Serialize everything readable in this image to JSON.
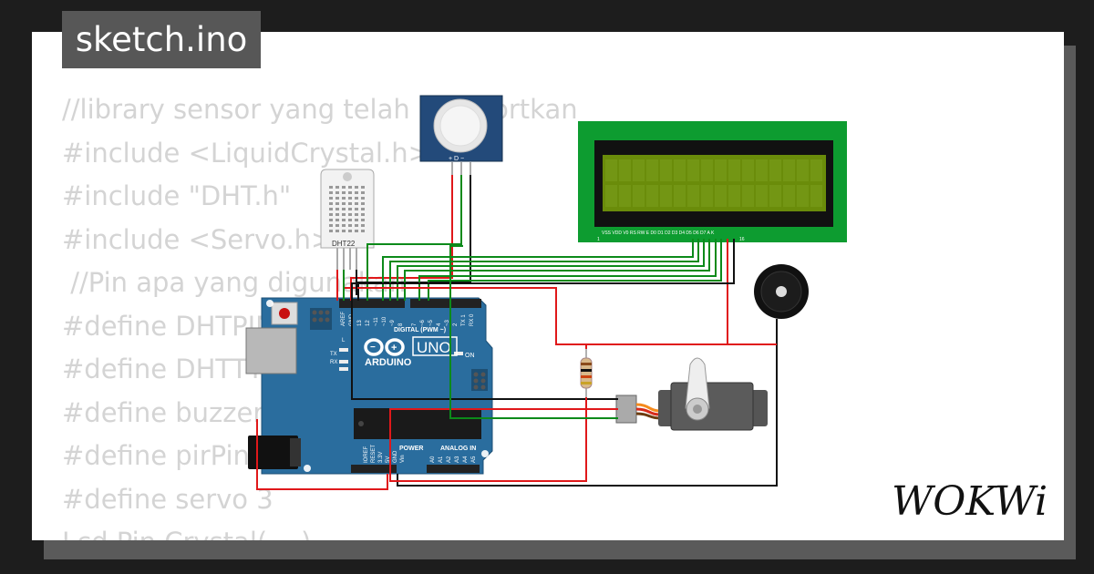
{
  "file_title": "sketch.ino",
  "code_lines": [
    "//library sensor yang telah diimportkan",
    "#include <LiquidCrystal.h>",
    "#include \"DHT.h\"",
    "#include <Servo.h>",
    " //Pin apa yang digunakan",
    "#define DHTPIN 2",
    "#define DHTTYPE DHT22",
    "#define buzzer 4",
    "#define pirPin 5",
    "#define servo 3",
    "Lcd Pin Crystal(....)"
  ],
  "components": {
    "dht_label": "DHT22",
    "pir_pins": "+ D −",
    "lcd_pins": "VSS VDD V0 RS RW E D0 D1 D2 D3 D4 D5 D6 D7 A K",
    "lcd_pin_first": "1",
    "lcd_pin_last": "16",
    "arduino_brand": "ARDUINO",
    "arduino_model": "UNO",
    "arduino_digital": "DIGITAL (PWM ~)",
    "arduino_power": "POWER",
    "arduino_analog": "ANALOG IN",
    "arduino_on": "ON",
    "arduino_tx": "TX",
    "arduino_rx": "RX",
    "arduino_l": "L",
    "arduino_aref": "AREF",
    "arduino_gnd": "GND",
    "arduino_pin_13": "13",
    "arduino_pin_12": "12",
    "arduino_pin_11": "~11",
    "arduino_pin_10": "~10",
    "arduino_pin_9": "~9",
    "arduino_pin_8": "8",
    "arduino_pin_7": "7",
    "arduino_pin_6": "~6",
    "arduino_pin_5": "~5",
    "arduino_pin_4": "4",
    "arduino_pin_3": "~3",
    "arduino_pin_2": "2",
    "arduino_pin_tx1": "TX 1",
    "arduino_pin_rx0": "RX 0",
    "arduino_ioref": "IOREF",
    "arduino_reset": "RESET",
    "arduino_3v3": "3.3V",
    "arduino_5v": "5V",
    "arduino_gnd_pwr": "GND",
    "arduino_vin": "Vin",
    "arduino_a0": "A0",
    "arduino_a1": "A1",
    "arduino_a2": "A2",
    "arduino_a3": "A3",
    "arduino_a4": "A4",
    "arduino_a5": "A5"
  },
  "brand": "WOKWi",
  "colors": {
    "board": "#2a6d9e",
    "wire_red": "#e0181a",
    "wire_green": "#0c8a1a",
    "wire_black": "#111111",
    "lcd_bezel": "#0d9c30",
    "lcd_screen": "#6a8c0a"
  }
}
